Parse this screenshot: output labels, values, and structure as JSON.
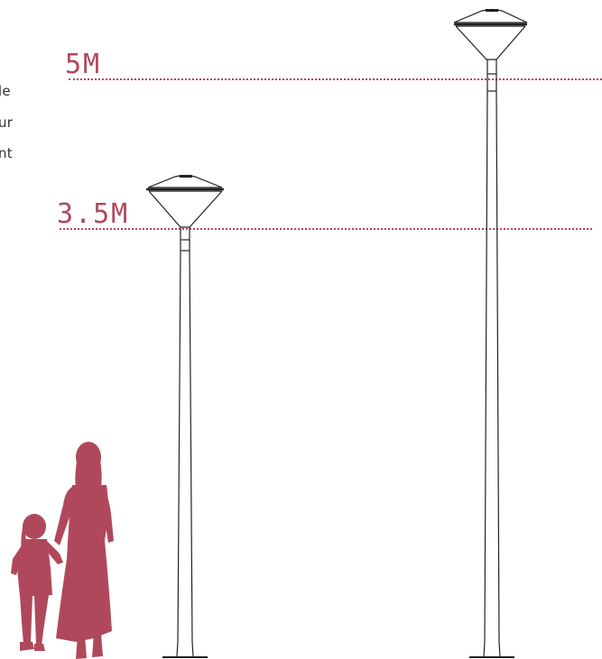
{
  "text_fragments": [
    "le",
    "ur",
    "nt"
  ],
  "heights": [
    {
      "label": "5M",
      "value_m": 5
    },
    {
      "label": "3.5M",
      "value_m": 3.5
    }
  ],
  "colors": {
    "accent": "#B0485C",
    "line": "#222222",
    "text": "#333333"
  }
}
